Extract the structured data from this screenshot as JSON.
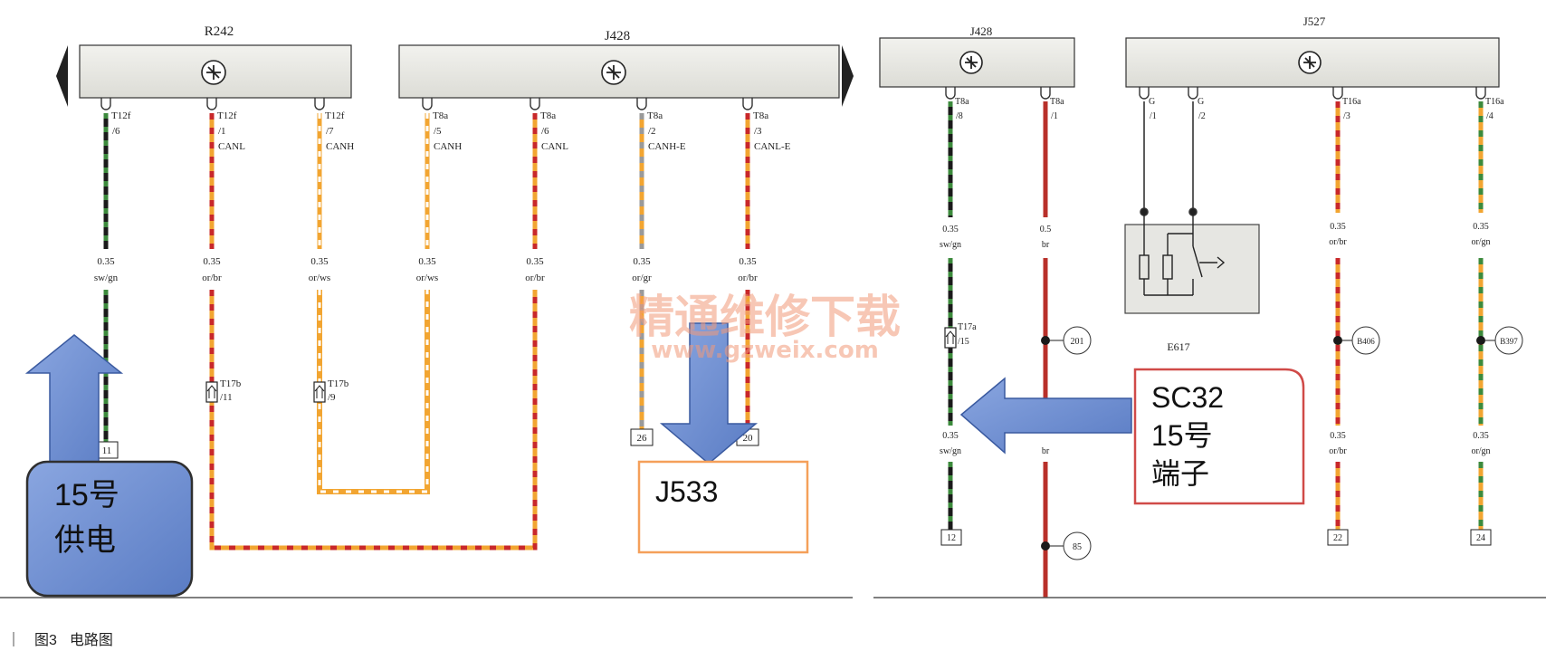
{
  "left_panel": {
    "component_r242": "R242",
    "component_j428": "J428",
    "wires": [
      {
        "pin": "T12f",
        "num": "/6",
        "sig": "",
        "gauge": "0.35",
        "color": "sw/gn"
      },
      {
        "pin": "T12f",
        "num": "/1",
        "sig": "CANL",
        "gauge": "0.35",
        "color": "or/br"
      },
      {
        "pin": "T12f",
        "num": "/7",
        "sig": "CANH",
        "gauge": "0.35",
        "color": "or/ws"
      },
      {
        "pin": "T8a",
        "num": "/5",
        "sig": "CANH",
        "gauge": "0.35",
        "color": "or/ws"
      },
      {
        "pin": "T8a",
        "num": "/6",
        "sig": "CANL",
        "gauge": "0.35",
        "color": "or/br"
      },
      {
        "pin": "T8a",
        "num": "/2",
        "sig": "CANH-E",
        "gauge": "0.35",
        "color": "or/gr"
      },
      {
        "pin": "T8a",
        "num": "/3",
        "sig": "CANL-E",
        "gauge": "0.35",
        "color": "or/br"
      }
    ],
    "connector_1": {
      "id": "T17b",
      "num": "/11"
    },
    "connector_2": {
      "id": "T17b",
      "num": "/9"
    },
    "terminals": {
      "t1": "11",
      "t2": "26",
      "t3": "20"
    },
    "callout_power": [
      "15号",
      "供电"
    ],
    "callout_target": "J533"
  },
  "right_panel": {
    "component_j428": "J428",
    "component_j527": "J527",
    "wires": [
      {
        "pin": "T8a",
        "num": "/8",
        "gauge": "0.35",
        "color": "sw/gn",
        "gauge_b": "0.35",
        "color_b": "sw/gn"
      },
      {
        "pin": "T8a",
        "num": "/1",
        "gauge": "0.5",
        "color": "br",
        "gauge_b": "",
        "color_b": "br"
      },
      {
        "pin": "G",
        "num": "/1"
      },
      {
        "pin": "G",
        "num": "/2"
      },
      {
        "pin": "T16a",
        "num": "/3",
        "gauge": "0.35",
        "color": "or/br",
        "gauge_b": "0.35",
        "color_b": "or/br"
      },
      {
        "pin": "T16a",
        "num": "/4",
        "gauge": "0.35",
        "color": "or/gn",
        "gauge_b": "0.35",
        "color_b": "or/gn"
      }
    ],
    "connector_mid": {
      "id": "T17a",
      "num": "/15"
    },
    "switch_label": "E617",
    "nodes": {
      "n201": "201",
      "n85": "85",
      "b406": "B406",
      "b397": "B397"
    },
    "terminals": {
      "t12": "12",
      "t22": "22",
      "t24": "24"
    },
    "callout_sc32": [
      "SC32",
      "15号",
      "端子"
    ]
  },
  "watermark": {
    "line1": "精通维修下载",
    "line2": "www.gzweix.com"
  },
  "caption": {
    "figure": "图3",
    "title": "电路图"
  },
  "colors": {
    "black": "#1a1a1a",
    "green": "#3c8a3c",
    "orange": "#f2a531",
    "red": "#c8282a",
    "white": "#ffffff",
    "gray": "#9a9a9a",
    "brown": "#b8302a",
    "arrow": "#6f8fd0",
    "callout_red": "#d04a48",
    "callout_orange": "#f5a05a"
  }
}
